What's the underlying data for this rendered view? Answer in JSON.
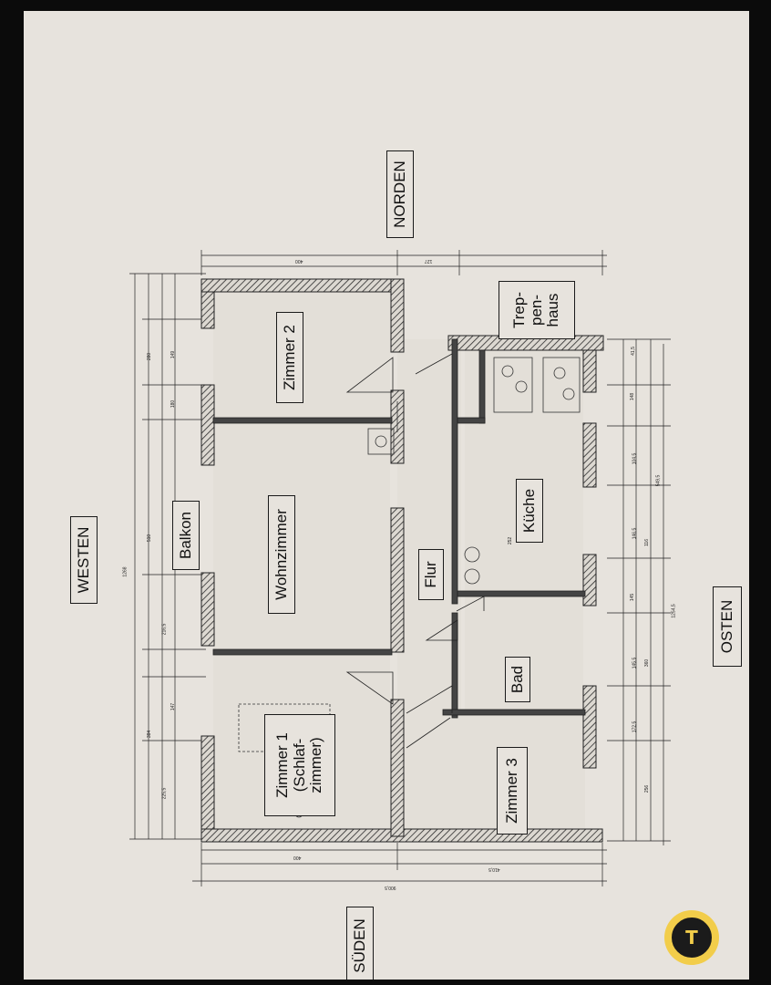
{
  "compass": {
    "north": "NORDEN",
    "west": "WESTEN",
    "east": "OSTEN",
    "south": "SÜDEN"
  },
  "rooms": {
    "zimmer2": "Zimmer 2",
    "balkon": "Balkon",
    "wohnzimmer": "Wohnzimmer",
    "zimmer1": "Zimmer 1\n(Schlaf-\nzimmer)",
    "flur": "Flur",
    "treppenhaus": "Trep-\npen-\nhaus",
    "kueche": "Küche",
    "bad": "Bad",
    "zimmer3": "Zimmer 3"
  },
  "dimensions": {
    "overall_west": "1268",
    "overall_east": "1254,5",
    "overall_south": "900,5",
    "south_segment_a": "400",
    "south_segment_b": "410,5",
    "north_segment_a": "400",
    "north_segment_b": "127",
    "west_1": "280",
    "west_2": "510",
    "west_3": "384",
    "west_4": "225,5",
    "west_5": "149",
    "west_6": "180",
    "west_7": "216,5",
    "west_8": "147",
    "east_1": "148",
    "east_2": "104,5",
    "east_3": "146,5",
    "east_4": "145",
    "east_5": "145,5",
    "east_6": "172,5",
    "east_7": "256",
    "east_8": "41,5",
    "east_9": "549,5",
    "east_10": "360",
    "inner_a": "252",
    "inner_b": "116"
  },
  "app_icon": {
    "name": "text-scanner-app-icon",
    "glyph": "T",
    "color": "#f2cd4a"
  }
}
